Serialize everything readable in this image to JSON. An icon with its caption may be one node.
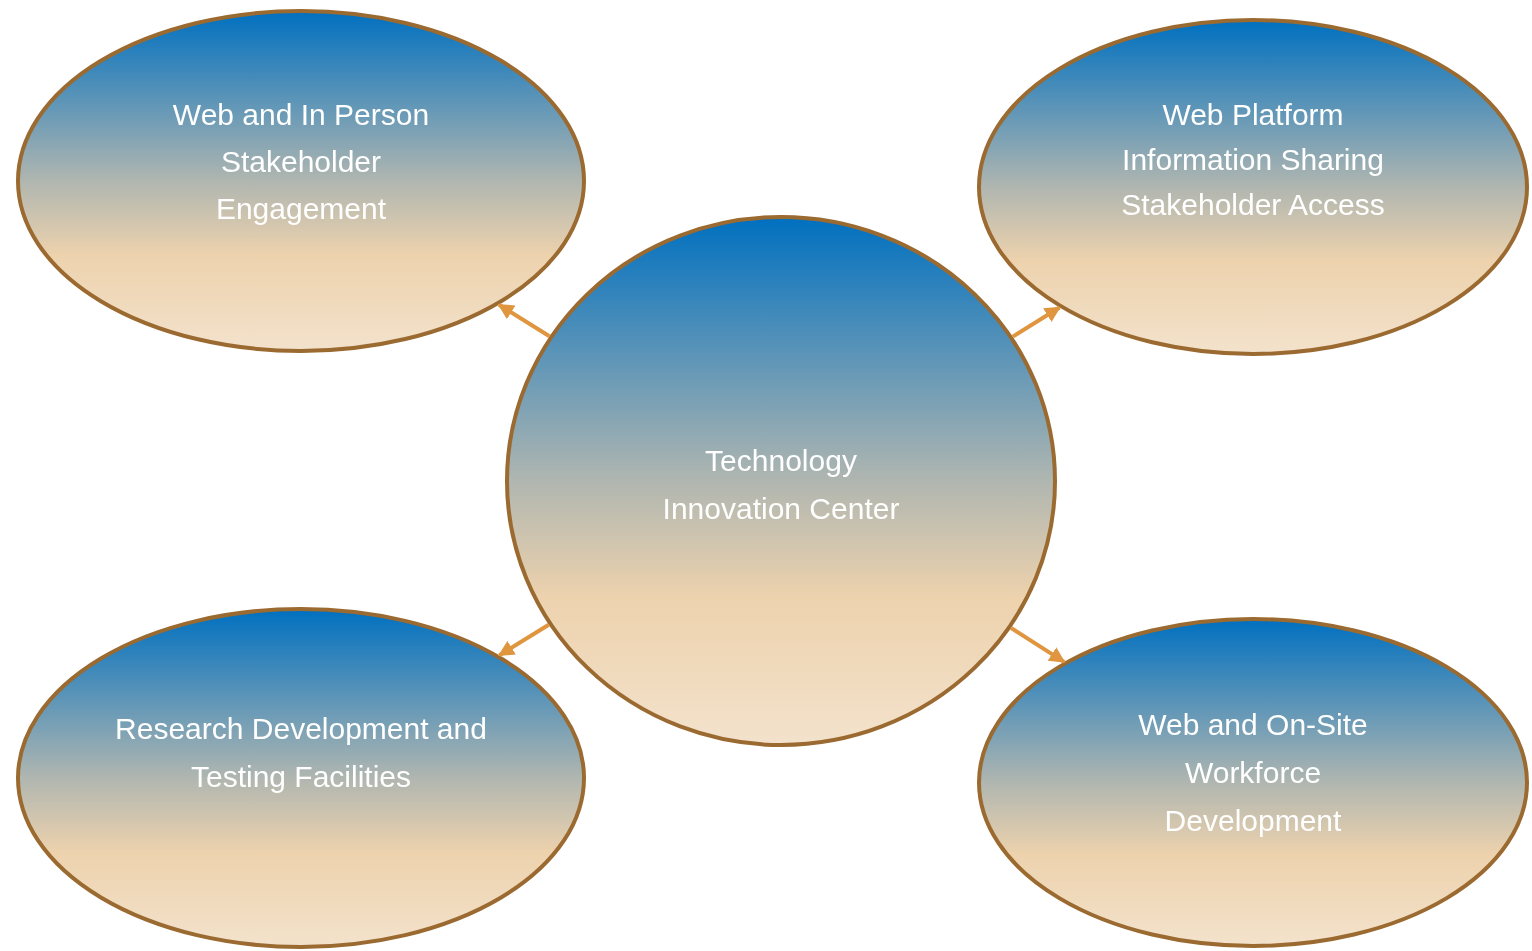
{
  "diagram": {
    "nodes": [
      {
        "text": [
          "Web and In Person Stakeholder Engagement"
        ]
      },
      {
        "text": [
          "Web Platform Information Sharing Stakeholder Access"
        ]
      },
      {
        "text": [
          "Technology Innovation Center"
        ]
      },
      {
        "text": [
          "Research Development and Testing Facilities"
        ]
      },
      {
        "text": [
          "Web and On-Site Workforce Development"
        ]
      }
    ],
    "edges": [
      {
        "from": 2,
        "to": 0,
        "arrow": "to"
      },
      {
        "from": 2,
        "to": 1,
        "arrow": "to"
      },
      {
        "from": 2,
        "to": 3,
        "arrow": "to"
      },
      {
        "from": 2,
        "to": 4,
        "arrow": "to"
      }
    ]
  }
}
